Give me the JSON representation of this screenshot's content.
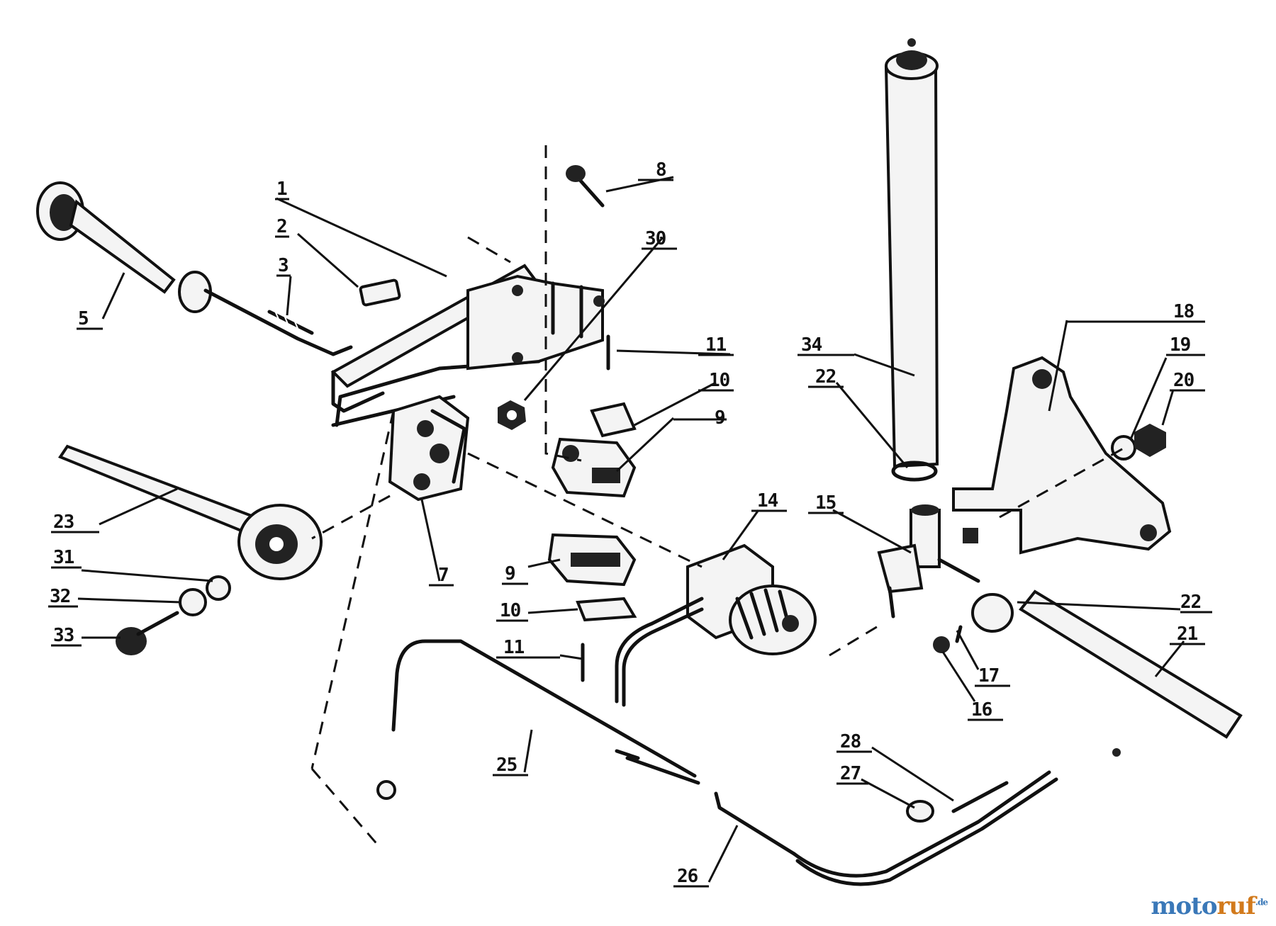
{
  "diagram": {
    "callouts": [
      {
        "id": "c1",
        "label": "1"
      },
      {
        "id": "c2",
        "label": "2"
      },
      {
        "id": "c3",
        "label": "3"
      },
      {
        "id": "c5",
        "label": "5"
      },
      {
        "id": "c7",
        "label": "7"
      },
      {
        "id": "c8",
        "label": "8"
      },
      {
        "id": "c9a",
        "label": "9"
      },
      {
        "id": "c9b",
        "label": "9"
      },
      {
        "id": "c10a",
        "label": "10"
      },
      {
        "id": "c10b",
        "label": "10"
      },
      {
        "id": "c11a",
        "label": "11"
      },
      {
        "id": "c11b",
        "label": "11"
      },
      {
        "id": "c14",
        "label": "14"
      },
      {
        "id": "c15",
        "label": "15"
      },
      {
        "id": "c16",
        "label": "16"
      },
      {
        "id": "c17",
        "label": "17"
      },
      {
        "id": "c18",
        "label": "18"
      },
      {
        "id": "c19",
        "label": "19"
      },
      {
        "id": "c20",
        "label": "20"
      },
      {
        "id": "c21",
        "label": "21"
      },
      {
        "id": "c22a",
        "label": "22"
      },
      {
        "id": "c22b",
        "label": "22"
      },
      {
        "id": "c23",
        "label": "23"
      },
      {
        "id": "c25",
        "label": "25"
      },
      {
        "id": "c26",
        "label": "26"
      },
      {
        "id": "c27",
        "label": "27"
      },
      {
        "id": "c28",
        "label": "28"
      },
      {
        "id": "c30",
        "label": "30"
      },
      {
        "id": "c31",
        "label": "31"
      },
      {
        "id": "c32",
        "label": "32"
      },
      {
        "id": "c33",
        "label": "33"
      },
      {
        "id": "c34",
        "label": "34"
      }
    ]
  },
  "watermark": {
    "text_a": "moto",
    "text_b": "ruf",
    "suffix": ".de"
  }
}
